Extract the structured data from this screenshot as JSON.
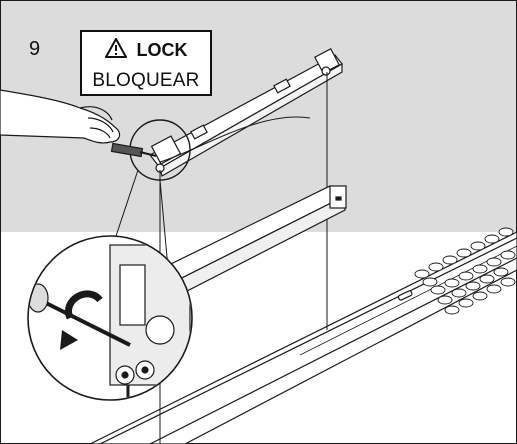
{
  "step_number": "9",
  "warning": {
    "icon": "warning-triangle-icon",
    "label_en": "LOCK",
    "label_es": "BLOQUEAR"
  },
  "colors": {
    "wall": "#dcdcdc",
    "floor": "#ffffff",
    "line": "#1a1a1a",
    "accent_arrow": "#1a1a1a"
  }
}
